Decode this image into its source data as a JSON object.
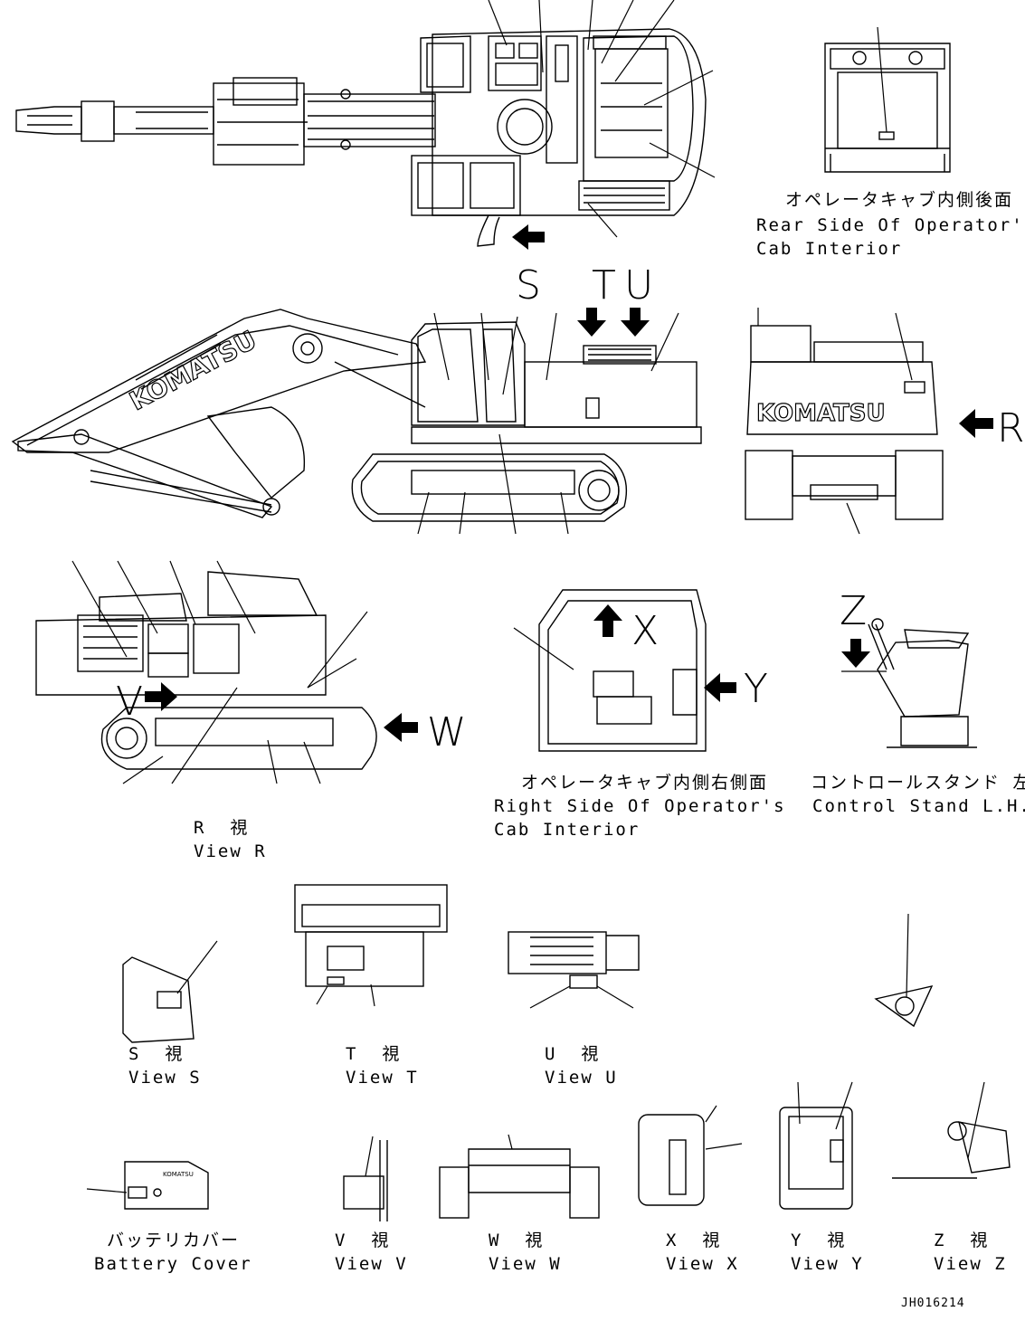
{
  "drawing_number": "JH016214",
  "marker_letters": {
    "S": "S",
    "T": "T",
    "U": "U",
    "R": "R",
    "V": "V",
    "W": "W",
    "X": "X",
    "Y": "Y",
    "Z": "Z"
  },
  "captions": {
    "rear_cab": {
      "jp": "オペレータキャブ内側後面",
      "en1": "Rear Side Of Operator's",
      "en2": "Cab Interior"
    },
    "right_cab": {
      "jp": "オペレータキャブ内側右側面",
      "en1": "Right Side Of Operator's",
      "en2": "Cab Interior"
    },
    "control_stand": {
      "jp": "コントロールスタンド 左",
      "en": "Control Stand L.H."
    },
    "view_r": {
      "jp": "R  視",
      "en": "View R"
    },
    "view_s": {
      "jp": "S  視",
      "en": "View S"
    },
    "view_t": {
      "jp": "T  視",
      "en": "View T"
    },
    "view_u": {
      "jp": "U  視",
      "en": "View U"
    },
    "battery": {
      "jp": "バッテリカバー",
      "en": "Battery Cover"
    },
    "view_v": {
      "jp": "V  視",
      "en": "View V"
    },
    "view_w": {
      "jp": "W  視",
      "en": "View W"
    },
    "view_x": {
      "jp": "X  視",
      "en": "View X"
    },
    "view_y": {
      "jp": "Y  視",
      "en": "View Y"
    },
    "view_z": {
      "jp": "Z  視",
      "en": "View Z"
    }
  },
  "brand_marks": {
    "side_decal": "KOMATSU",
    "rear_decal": "KOMATSU",
    "battery_decal": "KOMATSU"
  }
}
